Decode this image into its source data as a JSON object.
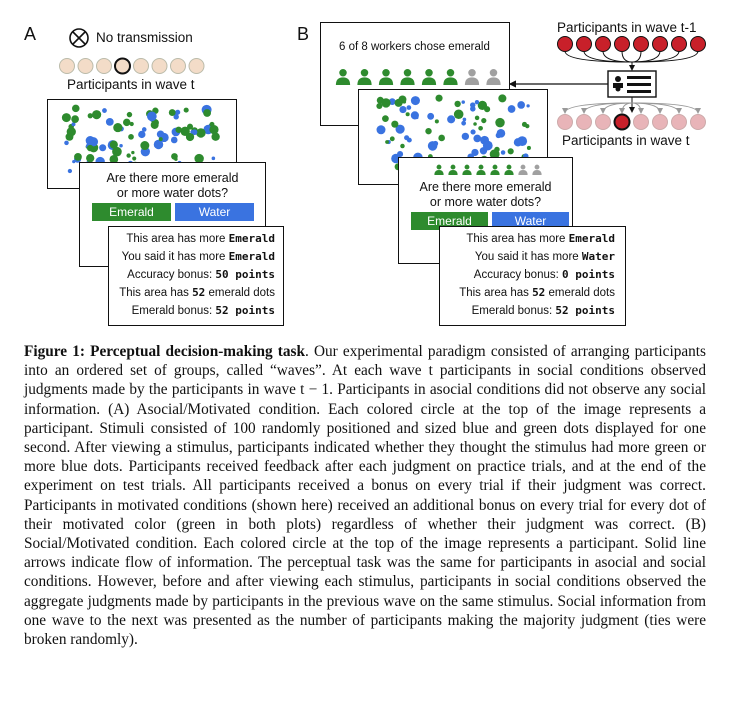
{
  "panel_a": {
    "letter": "A",
    "no_transmission_label": "No transmission",
    "participants_label": "Participants in wave t",
    "question": [
      "Are there more emerald",
      "or more water dots?"
    ],
    "buttons": {
      "emerald": "Emerald",
      "water": "Water"
    },
    "feedback": [
      {
        "text": "This area has more ",
        "bold": "Emerald",
        "tail": ""
      },
      {
        "text": "You said it has more ",
        "bold": "Emerald",
        "tail": ""
      },
      {
        "text": "Accuracy bonus: ",
        "bold": "50 points",
        "tail": ""
      },
      {
        "text": "This area has ",
        "bold": "52",
        "tail": " emerald dots"
      },
      {
        "text": "Emerald bonus: ",
        "bold": "52 points",
        "tail": ""
      }
    ]
  },
  "panel_b": {
    "letter": "B",
    "social_info": "6 of 8 workers chose emerald",
    "wave_prev_label": "Participants in wave t-1",
    "wave_curr_label": "Participants in wave t",
    "question": [
      "Are there more emerald",
      "or more water dots?"
    ],
    "buttons": {
      "emerald": "Emerald",
      "water": "Water"
    },
    "feedback": [
      {
        "text": "This area has more ",
        "bold": "Emerald",
        "tail": ""
      },
      {
        "text": "You said it has more ",
        "bold": "Water",
        "tail": ""
      },
      {
        "text": "Accuracy bonus: ",
        "bold": "0 points",
        "tail": ""
      },
      {
        "text": "This area has ",
        "bold": "52",
        "tail": " emerald dots"
      },
      {
        "text": "Emerald bonus: ",
        "bold": "52 points",
        "tail": ""
      }
    ]
  },
  "colors": {
    "emerald": "#2e8b2e",
    "water": "#3a73e0",
    "red": "#c8202a",
    "pink": "#e8b4b8",
    "tan": "#f3dcc8",
    "highlight": "#f0a030",
    "grey_person": "#a0a0a0",
    "green_person": "#2e8b2e"
  },
  "caption": {
    "head": "Figure 1: Perceptual decision-making task",
    "body": ". Our experimental paradigm consisted of arranging participants into an ordered set of groups, called “waves”. At each wave t participants in social conditions observed judgments made by the participants in wave t − 1. Participants in asocial conditions did not observe any social information. (A) Asocial/Motivated condition. Each colored circle at the top of the image represents a participant. Stimuli consisted of 100 randomly positioned and sized blue and green dots displayed for one second. After viewing a stimulus, participants indicated whether they thought the stimulus had more green or more blue dots. Participants received feedback after each judgment on practice trials, and at the end of the experiment on test trials. All participants received a bonus on every trial if their judgment was correct. Participants in motivated conditions (shown here) received an additional bonus on every trial for every dot of their motivated color (green in both plots) regardless of whether their judgment was correct. (B) Social/Motivated condition. Each colored circle at the top of the image represents a participant. Solid line arrows indicate flow of information. The perceptual task was the same for participants in asocial and social conditions. However, before and after viewing each stimulus, participants in social conditions observed the aggregate judgments made by participants in the previous wave on the same stimulus. Social information from one wave to the next was presented as the number of participants making the majority judgment (ties were broken randomly)."
  }
}
